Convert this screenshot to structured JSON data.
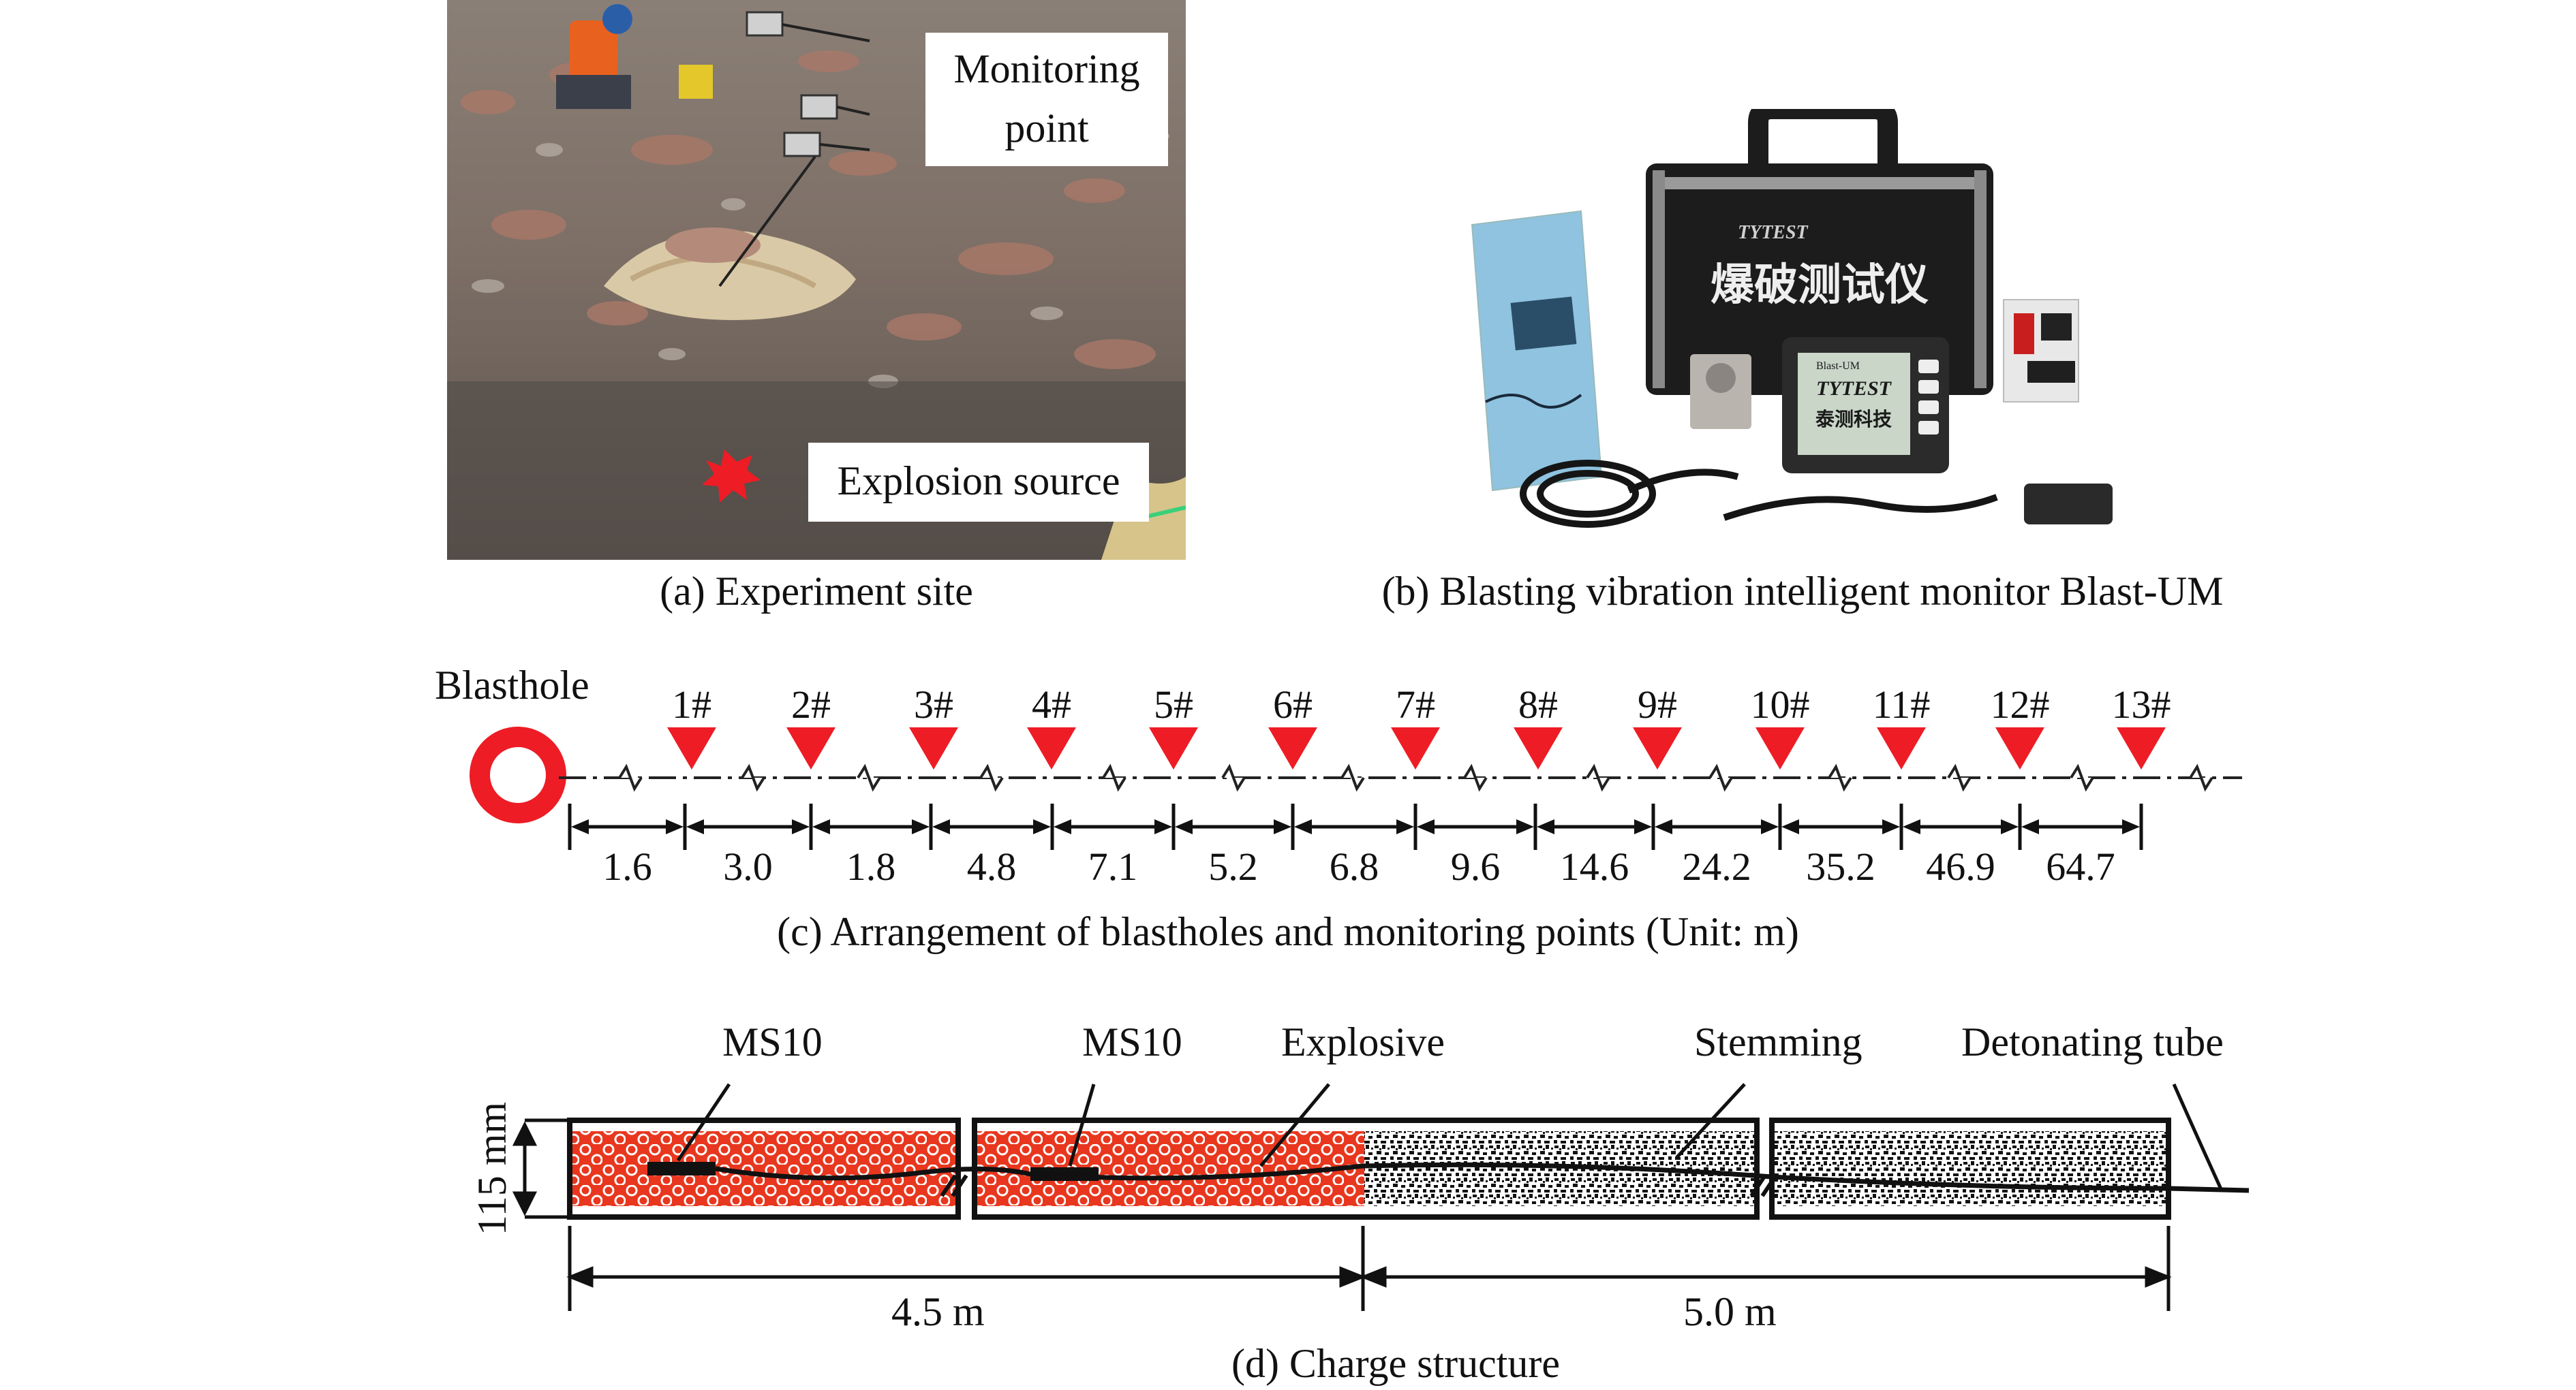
{
  "panel_a": {
    "caption": "(a) Experiment site",
    "callout_monitoring": "Monitoring point",
    "callout_explosion": "Explosion source"
  },
  "panel_b": {
    "caption": "(b) Blasting vibration intelligent monitor Blast-UM",
    "case_label": "爆破测试仪",
    "brand": "TYTEST",
    "brand_cn": "泰测科技",
    "device_label": "Blast-UM"
  },
  "panel_c": {
    "caption": "(c) Arrangement of blastholes and monitoring points (Unit: m)",
    "blasthole_label": "Blasthole",
    "points": [
      "1#",
      "2#",
      "3#",
      "4#",
      "5#",
      "6#",
      "7#",
      "8#",
      "9#",
      "10#",
      "11#",
      "12#",
      "13#"
    ],
    "distances": [
      "1.6",
      "3.0",
      "1.8",
      "4.8",
      "7.1",
      "5.2",
      "6.8",
      "9.6",
      "14.6",
      "24.2",
      "35.2",
      "46.9",
      "64.7"
    ]
  },
  "panel_d": {
    "caption": "(d) Charge structure",
    "labels": {
      "ms10_a": "MS10",
      "ms10_b": "MS10",
      "explosive": "Explosive",
      "stemming": "Stemming",
      "detonating_tube": "Detonating tube",
      "diameter": "115 mm",
      "length_charge": "4.5 m",
      "length_stemming": "5.0 m"
    }
  },
  "colors": {
    "marker_red": "#ee1c25",
    "explosive_fill": "#e8371e",
    "case_black": "#1c1c1c"
  }
}
